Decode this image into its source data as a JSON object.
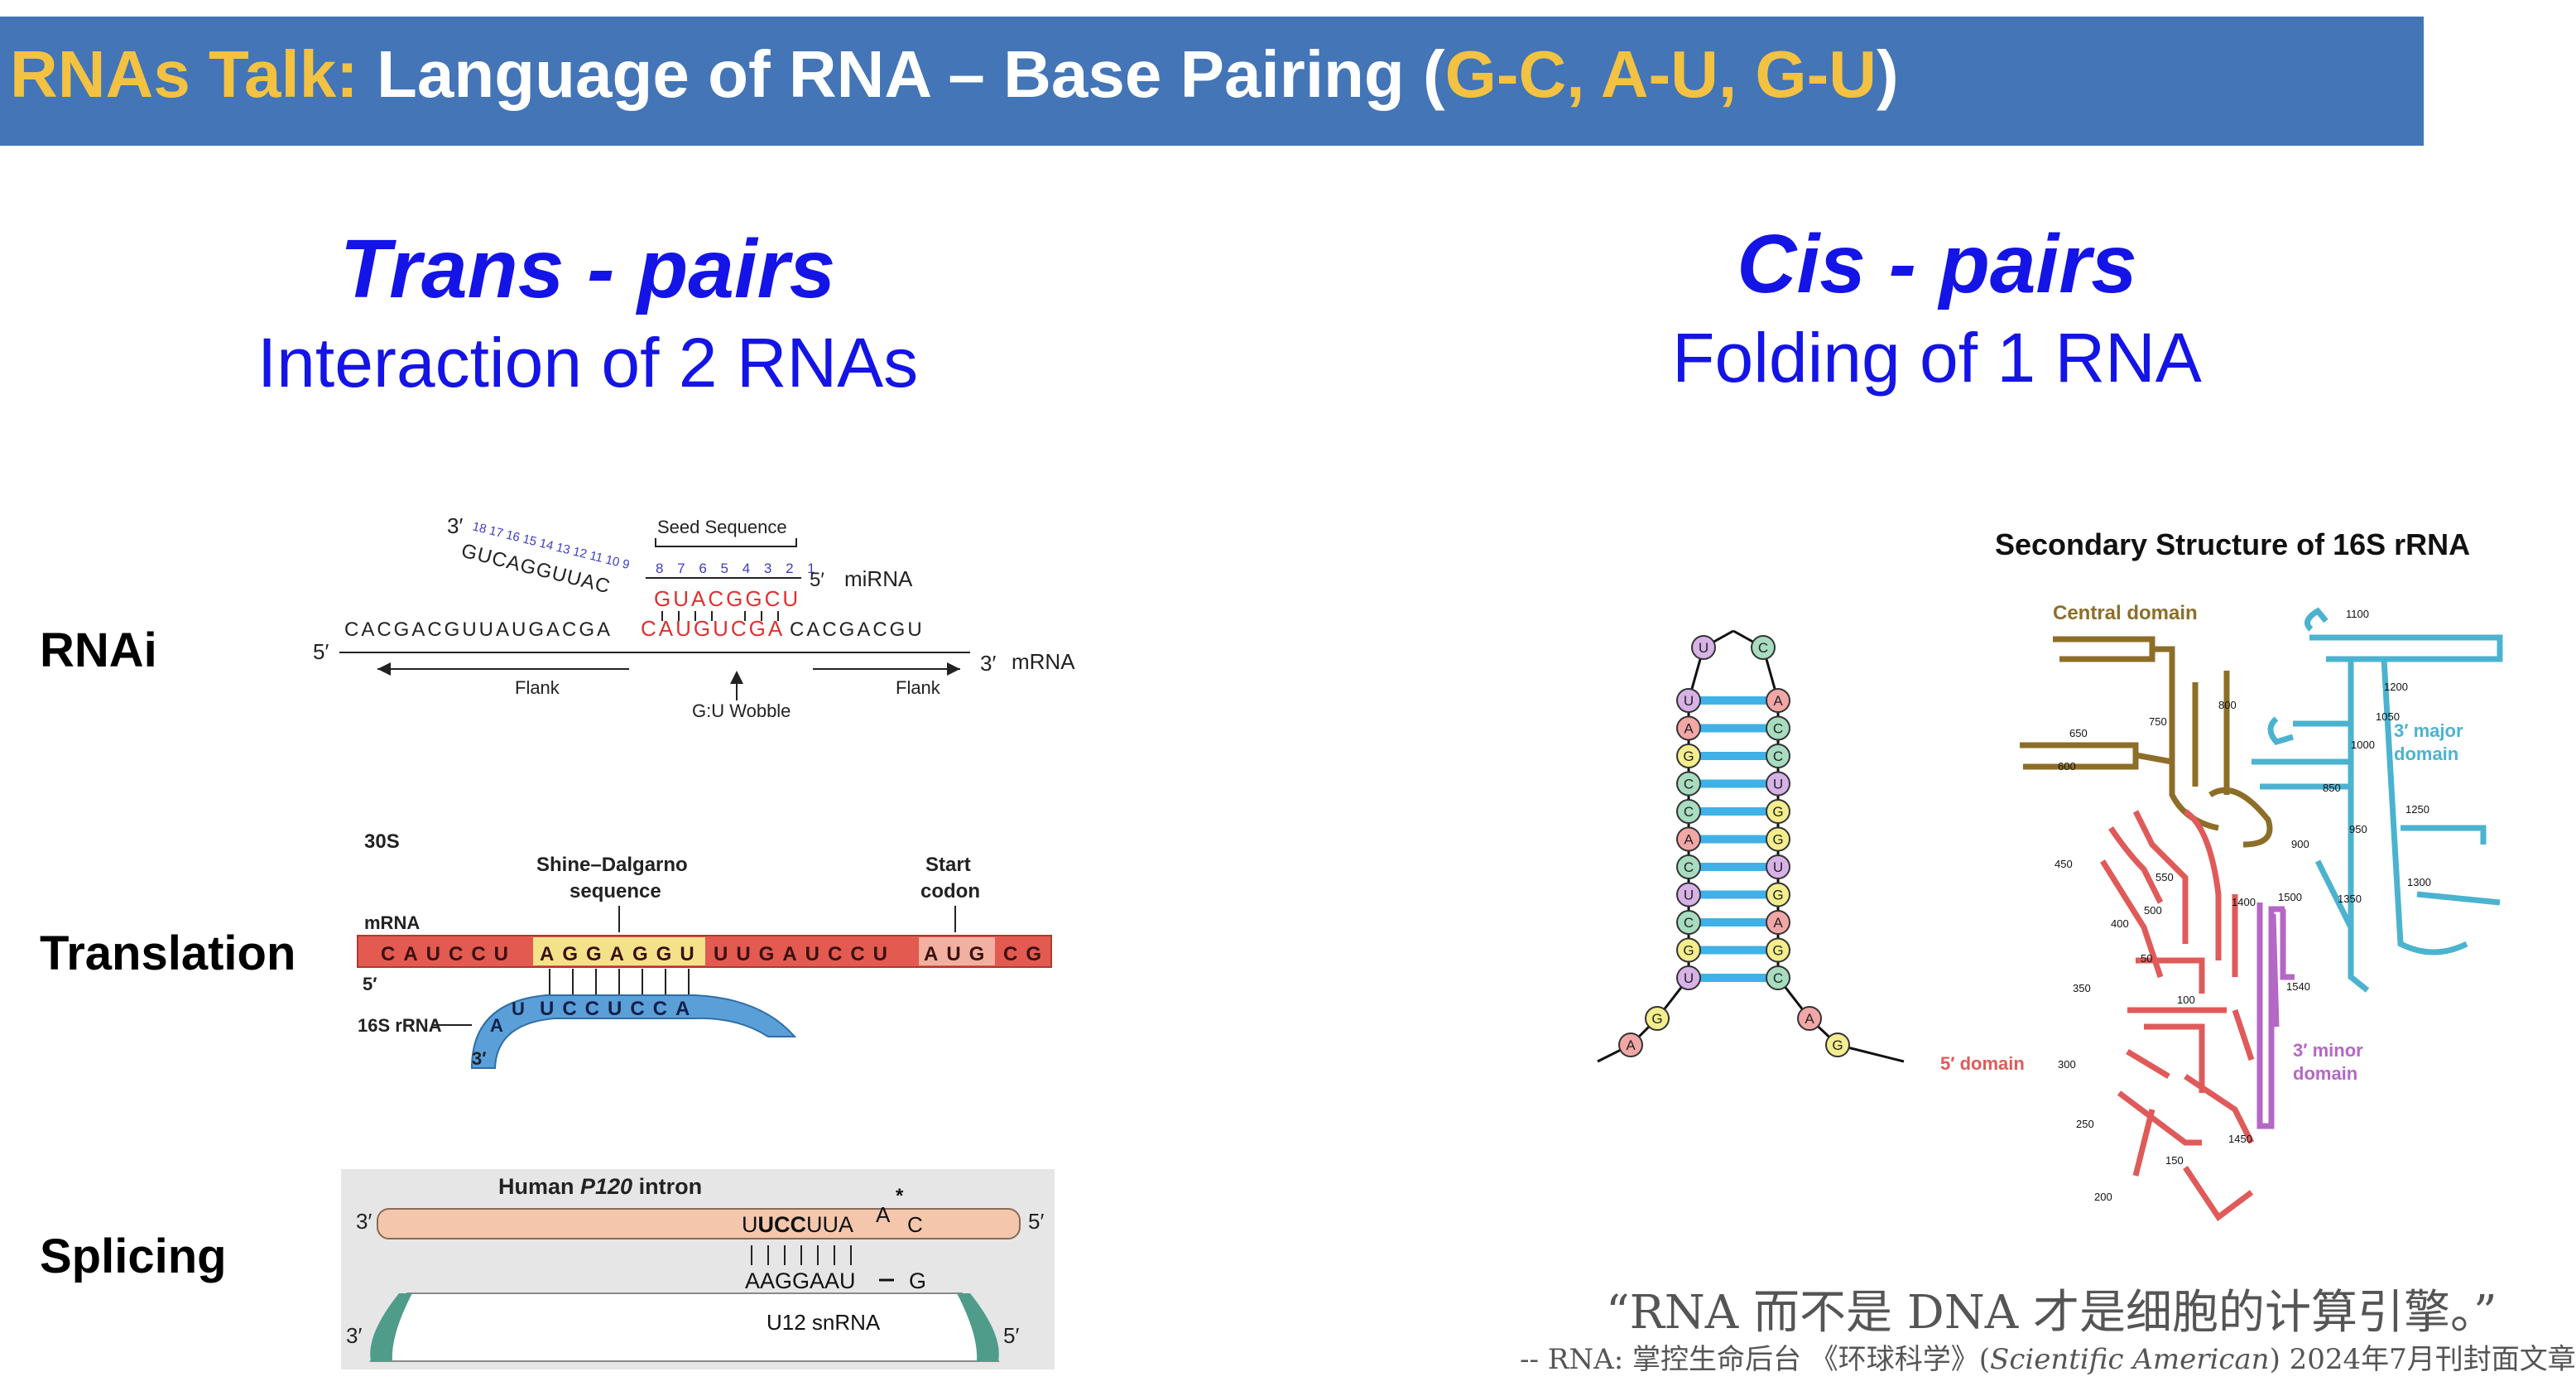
{
  "title": {
    "prefix": "RNAs Talk:",
    "main": " Language of RNA – Base Pairing (",
    "pairs": "G-C, A-U, G-U",
    "close": ")"
  },
  "trans": {
    "heading": "Trans - pairs",
    "sub": "Interaction of 2 RNAs"
  },
  "cis": {
    "heading": "Cis - pairs",
    "sub": "Folding of 1 RNA"
  },
  "rows": {
    "rnai": "RNAi",
    "translation": "Translation",
    "splicing": "Splicing"
  },
  "rnai": {
    "end_3": "3′",
    "end_5": "5′",
    "mirna_5": "5′",
    "mirna_label": "miRNA",
    "mrna_5": "5′",
    "mrna_3": "3′",
    "mrna_label": "mRNA",
    "seed_label": "Seed Sequence",
    "blue_positions": "18 17 16 15 14 13 12 11 10 9",
    "red_positions": "8 7 6 5 4 3 2 1",
    "mirna_black": "GUCAGGUUAC",
    "mirna_red": "GUACGGCU",
    "mrna_left": "CACGACGUUAUGACGA",
    "mrna_red": "CAUGUCGA",
    "mrna_right": "CACGACGU",
    "flank_left": "Flank",
    "flank_right": "Flank",
    "wobble": "G:U Wobble"
  },
  "translation": {
    "subunit": "30S",
    "sd_label_1": "Shine–Dalgarno",
    "sd_label_2": "sequence",
    "start_1": "Start",
    "start_2": "codon",
    "mrna_label": "mRNA",
    "mrna_5": "5′",
    "seq_1": "CAUCCU",
    "seq_2": "AGGAGGU",
    "seq_3": "UUGAUCCU",
    "seq_4": "AUG",
    "seq_5": "CG",
    "rrna_label": "16S rRNA",
    "rrna_3": "3′",
    "rrna_a": "A",
    "rrna_u": "U",
    "rrna_seq": "UCCUCCA"
  },
  "splicing": {
    "title_pre": "Human ",
    "title_gene": "P120",
    "title_post": " intron",
    "top_3": "3′",
    "top_5": "5′",
    "top_seq_1": "U",
    "top_seq_2": "UCC",
    "top_seq_3": "UUA",
    "loop_a": "A",
    "loop_c": "C",
    "star": "*",
    "bottom_seq": "AAGGAAU",
    "bottom_g": "G",
    "bottom_name": "U12 snRNA",
    "bottom_3": "3′",
    "bottom_5": "5′"
  },
  "hairpin": {
    "left_strand": [
      "A",
      "G",
      "U",
      "G",
      "C",
      "U",
      "C",
      "A",
      "C",
      "C",
      "G",
      "A",
      "U"
    ],
    "right_strand": [
      "G",
      "A",
      "C",
      "G",
      "A",
      "G",
      "U",
      "G",
      "G",
      "U",
      "C",
      "C",
      "A"
    ],
    "loop_top": [
      "U",
      "C"
    ]
  },
  "rrna16s": {
    "title": "Secondary Structure of 16S rRNA",
    "central": "Central domain",
    "major_1": "3′ major",
    "major_2": "domain",
    "minor_1": "3′ minor",
    "minor_2": "domain",
    "five_prime": "5′ domain",
    "numbers": [
      "1100",
      "1200",
      "1050",
      "1000",
      "850",
      "950",
      "1250",
      "900",
      "1300",
      "1350",
      "1400",
      "1500",
      "1540",
      "800",
      "750",
      "650",
      "600",
      "450",
      "550",
      "500",
      "400",
      "50",
      "350",
      "100",
      "300",
      "250",
      "150",
      "200",
      "1450"
    ],
    "colors": {
      "central": "#8d6e29",
      "major": "#4bb3cf",
      "minor": "#b567c6",
      "five": "#e05a5a"
    }
  },
  "quote": {
    "text": "“RNA 而不是 DNA 才是细胞的计算引擎。”",
    "source_pre": "-- RNA: 掌控生命后台 《环球科学》(",
    "source_mag": "Scientific American",
    "source_post": ") 2024年7月刊封面文章"
  }
}
